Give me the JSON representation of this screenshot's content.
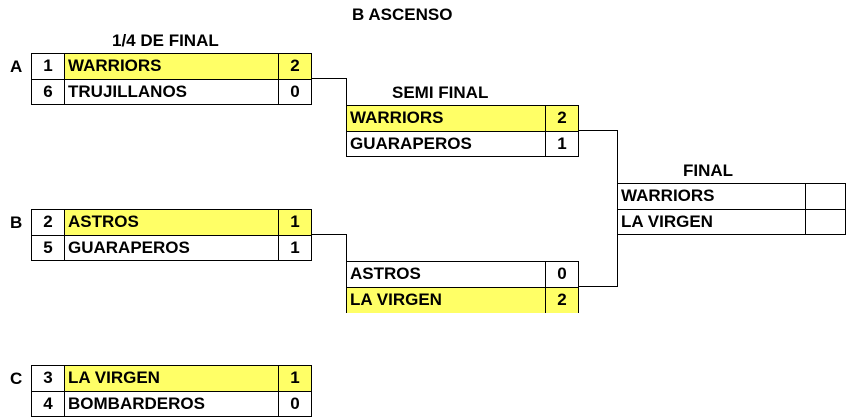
{
  "title": "B ASCENSO",
  "headers": {
    "quarter": "1/4 DE FINAL",
    "semi": "SEMI FINAL",
    "final": "FINAL"
  },
  "highlight_color": "#ffff66",
  "quarterfinals": [
    {
      "group": "A",
      "rows": [
        {
          "seed": "1",
          "team": "WARRIORS",
          "score": "2",
          "winner": true
        },
        {
          "seed": "6",
          "team": "TRUJILLANOS",
          "score": "0",
          "winner": false
        }
      ]
    },
    {
      "group": "B",
      "rows": [
        {
          "seed": "2",
          "team": "ASTROS",
          "score": "1",
          "winner": true
        },
        {
          "seed": "5",
          "team": "GUARAPEROS",
          "score": "1",
          "winner": false
        }
      ]
    },
    {
      "group": "C",
      "rows": [
        {
          "seed": "3",
          "team": "LA VIRGEN",
          "score": "1",
          "winner": true
        },
        {
          "seed": "4",
          "team": "BOMBARDEROS",
          "score": "0",
          "winner": false
        }
      ]
    }
  ],
  "semifinals": [
    {
      "rows": [
        {
          "team": "WARRIORS",
          "score": "2",
          "winner": true
        },
        {
          "team": "GUARAPEROS",
          "score": "1",
          "winner": false
        }
      ]
    },
    {
      "rows": [
        {
          "team": "ASTROS",
          "score": "0",
          "winner": false
        },
        {
          "team": "LA VIRGEN",
          "score": "2",
          "winner": true
        }
      ]
    }
  ],
  "final": {
    "rows": [
      {
        "team": "WARRIORS",
        "score": ""
      },
      {
        "team": "LA VIRGEN",
        "score": ""
      }
    ]
  }
}
